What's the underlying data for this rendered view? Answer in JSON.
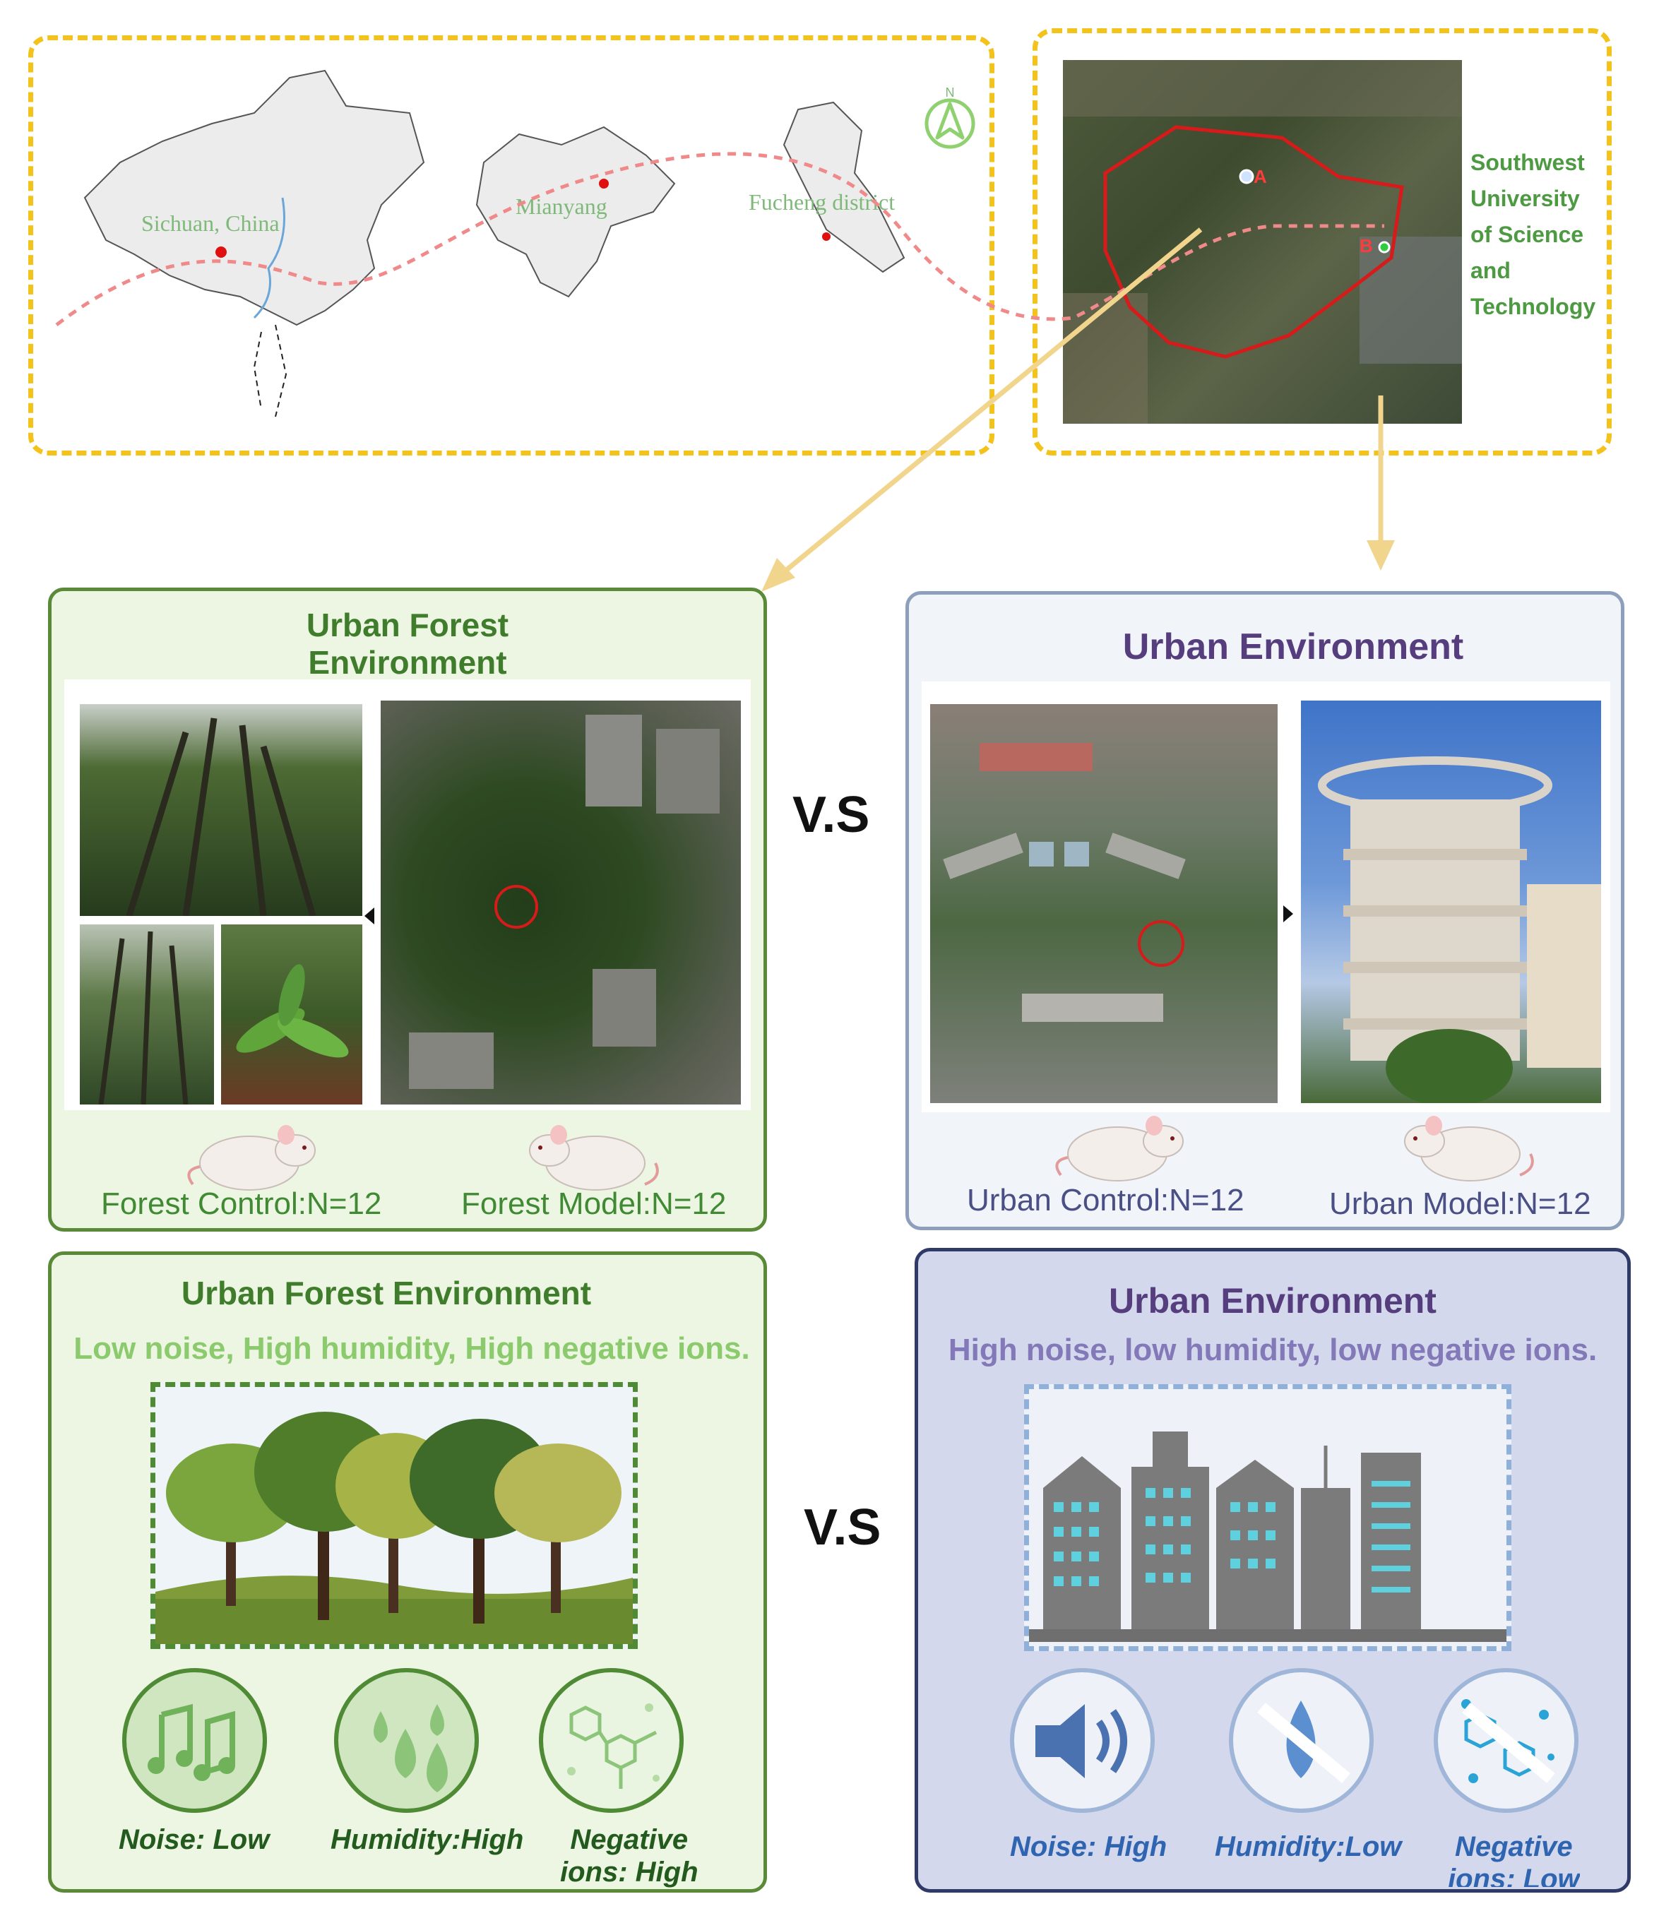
{
  "map_section": {
    "labels": {
      "china": "Sichuan, China",
      "mianyang": "Mianyang",
      "fucheng": "Fucheng district",
      "north": "N"
    },
    "university_lines": [
      "Southwest",
      "University",
      "of Science",
      "and",
      "Technology"
    ],
    "site_a": "A",
    "site_b": "B"
  },
  "forest_panel": {
    "title_line1": "Urban Forest",
    "title_line2": "Environment",
    "control_label": "Forest Control:N=12",
    "model_label": "Forest Model:N=12"
  },
  "urban_panel": {
    "title": "Urban Environment",
    "control_label": "Urban Control:N=12",
    "model_label": "Urban Model:N=12"
  },
  "vs_label": "V.S",
  "forest_features": {
    "title": "Urban Forest Environment",
    "summary": "Low noise, High humidity, High negative ions.",
    "noise": "Noise: Low",
    "humidity": "Humidity:High",
    "ions_line1": "Negative",
    "ions_line2": "ions: High"
  },
  "urban_features": {
    "title": "Urban Environment",
    "summary": "High noise, low humidity, low negative ions.",
    "noise": "Noise: High",
    "humidity": "Humidity:Low",
    "ions_line1": "Negative",
    "ions_line2": "ions: Low"
  },
  "colors": {
    "dash_yellow": "#f3c21b",
    "forest_green": "#3f7d2c",
    "urban_purple": "#553d7e",
    "route_pink": "#f08a8a"
  }
}
